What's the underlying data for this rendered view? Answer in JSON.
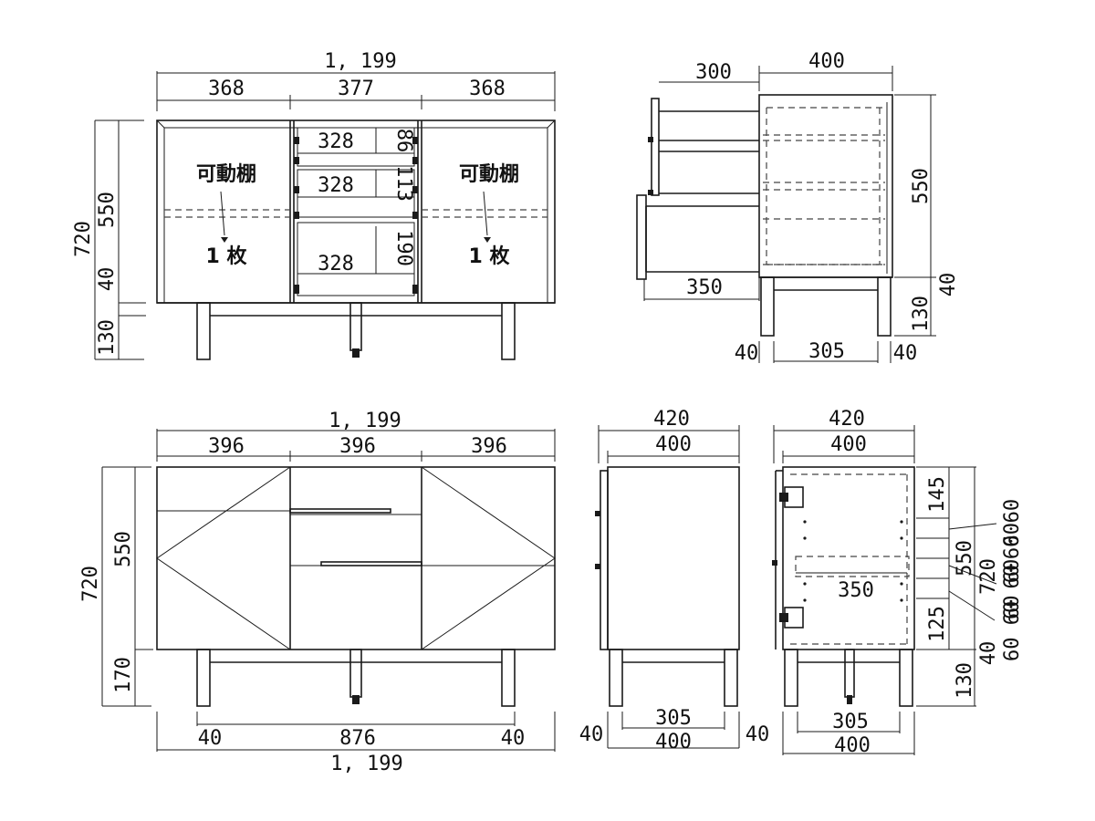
{
  "front_open": {
    "overall_width": "1, 199",
    "col_left": "368",
    "col_center": "377",
    "col_right": "368",
    "height_total": "720",
    "height_body": "550",
    "height_plinth": "40",
    "height_leg": "130",
    "drawer_1_width": "328",
    "drawer_2_width": "328",
    "drawer_3_width": "328",
    "drawer_1_height": "86",
    "drawer_2_height": "113",
    "drawer_3_height": "190",
    "shelf_left_label": "可動棚",
    "shelf_left_count": "1 枚",
    "shelf_right_label": "可動棚",
    "shelf_right_count": "1 枚"
  },
  "side_section": {
    "drawer_depth": "300",
    "body_depth": "400",
    "height_body": "550",
    "height_plinth": "40",
    "height_leg": "130",
    "inner_depth": "350",
    "leg_left": "40",
    "leg_span": "305",
    "leg_right": "40"
  },
  "front_closed": {
    "overall_width": "1, 199",
    "panel_left": "396",
    "panel_center": "396",
    "panel_right": "396",
    "height_total": "720",
    "height_body": "550",
    "height_base": "170",
    "leg_left": "40",
    "leg_span": "876",
    "leg_right": "40",
    "bottom_width": "1, 199"
  },
  "side_view": {
    "depth_outer": "420",
    "depth_body": "400",
    "leg_span": "305",
    "base_width": "400",
    "leg_left": "40",
    "leg_right": "40"
  },
  "rear_view": {
    "depth_outer": "420",
    "depth_body": "400",
    "dim_top": "145",
    "dim_bottom": "125",
    "height_body": "550",
    "height_total": "720",
    "hole_spacing_a": "60 60",
    "hole_spacing_b": "60 60 60",
    "hole_spacing_c": "60 60 60",
    "inner_width": "350",
    "height_plinth": "40",
    "height_leg": "130",
    "leg_span": "305",
    "base_width": "400"
  }
}
